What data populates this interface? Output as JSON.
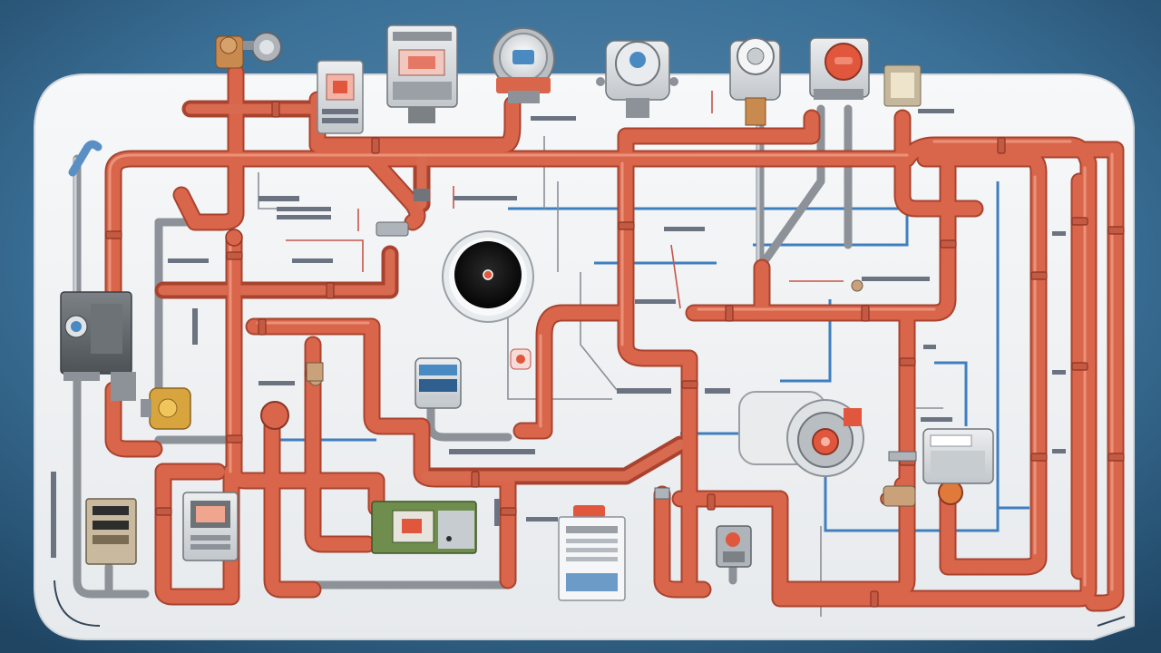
{
  "diagram": {
    "type": "plumbing-heating-schematic",
    "colors": {
      "background": "#3a6f96",
      "board": "#f1f3f5",
      "pipe_copper": "#d9654a",
      "pipe_steel": "#8d9298",
      "signal_line": "#3f7fbf",
      "accent_red": "#e0573d"
    },
    "components": [
      {
        "name": "valve-assembly",
        "icon": "valve-icon"
      },
      {
        "name": "control-panel-top",
        "icon": "control-panel-icon"
      },
      {
        "name": "controller-box-top",
        "icon": "controller-icon"
      },
      {
        "name": "pressure-gauge",
        "icon": "gauge-icon"
      },
      {
        "name": "circulation-pump-top",
        "icon": "pump-icon"
      },
      {
        "name": "flow-meter",
        "icon": "meter-icon"
      },
      {
        "name": "expansion-device",
        "icon": "expansion-icon"
      },
      {
        "name": "thermostat-dial",
        "icon": "thermostat-icon"
      },
      {
        "name": "main-pump",
        "icon": "pump-icon"
      },
      {
        "name": "boiler-unit",
        "icon": "boiler-icon"
      },
      {
        "name": "display-controller",
        "icon": "display-icon"
      },
      {
        "name": "water-heater",
        "icon": "heater-icon"
      }
    ]
  }
}
